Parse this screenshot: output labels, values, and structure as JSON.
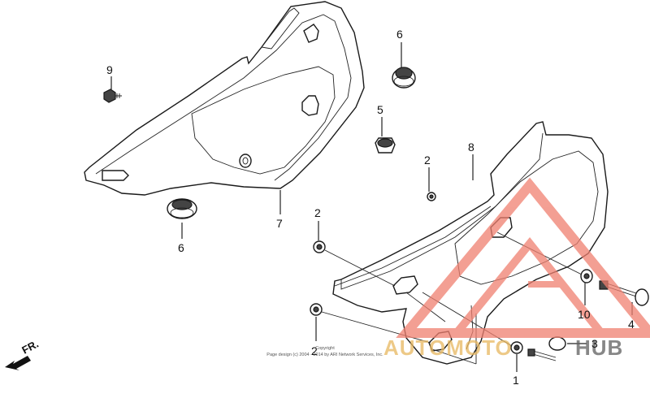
{
  "callouts": {
    "c1": "1",
    "c2a": "2",
    "c2b": "2",
    "c2c": "2",
    "c3": "3",
    "c4": "4",
    "c5": "5",
    "c6a": "6",
    "c6b": "6",
    "c7": "7",
    "c8": "8",
    "c9": "9",
    "c10": "10"
  },
  "front_indicator": "FR.",
  "copyright": {
    "line1": "Copyright",
    "line2": "Page design (c) 2004 - 2014 by ARI Network Services, Inc."
  },
  "watermark": {
    "part1": "AUTOMOTO",
    "part2": "HUB",
    "color_accent": "#f08070",
    "color_gold": "#e8b860",
    "color_dark": "#606060"
  }
}
